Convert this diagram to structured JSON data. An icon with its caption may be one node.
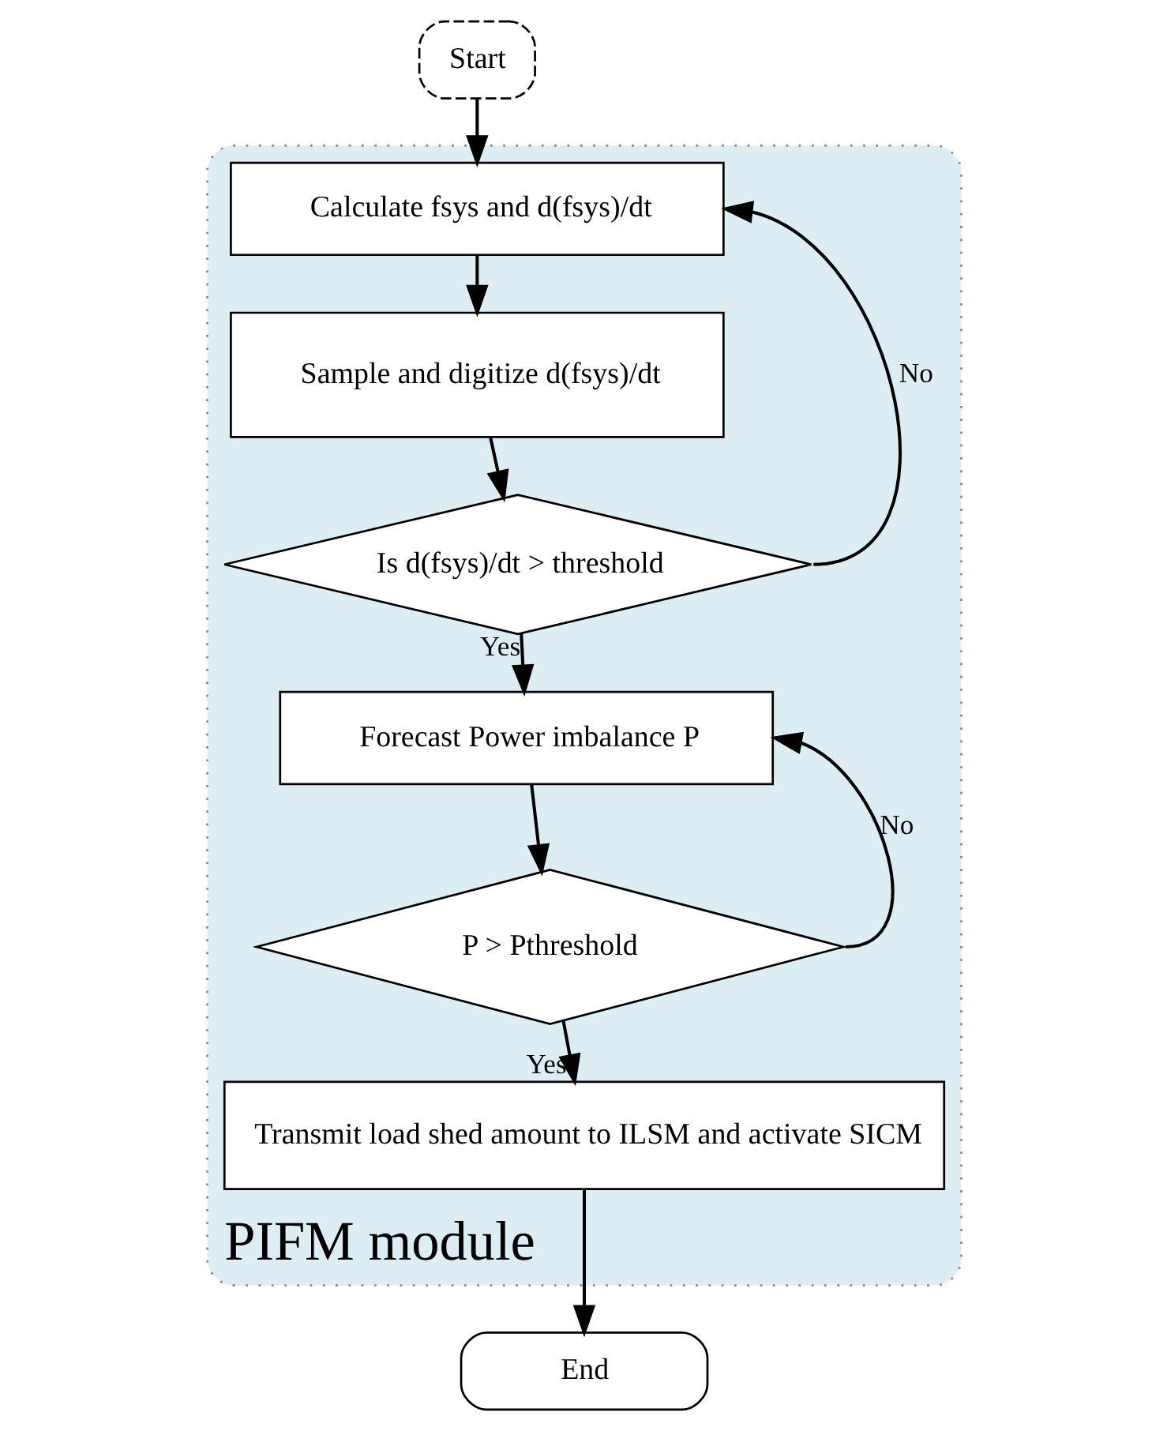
{
  "diagram": {
    "nodes": [
      {
        "text": [
          "Start"
        ]
      },
      {
        "text": [
          "PIFM module"
        ]
      },
      {
        "text": [
          "Calculate fsys and d(fsys)/dt"
        ],
        "in": 1
      },
      {
        "text": [
          "Sample and digitize d(fsys)/dt"
        ],
        "in": 1
      },
      {
        "text": [
          "Is d(fsys)/dt > threshold"
        ],
        "in": 1
      },
      {
        "text": [
          "Forecast Power imbalance P"
        ],
        "in": 1
      },
      {
        "text": [
          "P > Pthreshold"
        ],
        "in": 1
      },
      {
        "text": [
          "Transmit load shed amount to ILSM and activate SICM"
        ],
        "in": 1
      },
      {
        "text": [
          "End"
        ]
      }
    ],
    "edges": [
      {
        "from": 0,
        "to": 2,
        "arrow": "to"
      },
      {
        "from": 2,
        "to": 3,
        "arrow": "to"
      },
      {
        "from": 3,
        "to": 4,
        "arrow": "to"
      },
      {
        "from": 4,
        "to": 2,
        "arrow": "to",
        "label": "No"
      },
      {
        "from": 4,
        "to": 5,
        "arrow": "to",
        "label": "Yes"
      },
      {
        "from": 5,
        "to": 6,
        "arrow": "to"
      },
      {
        "from": 6,
        "to": 5,
        "arrow": "to",
        "label": "No"
      },
      {
        "from": 6,
        "to": 7,
        "arrow": "to",
        "label": "Yes"
      },
      {
        "from": 7,
        "to": 8,
        "arrow": "to"
      }
    ]
  }
}
